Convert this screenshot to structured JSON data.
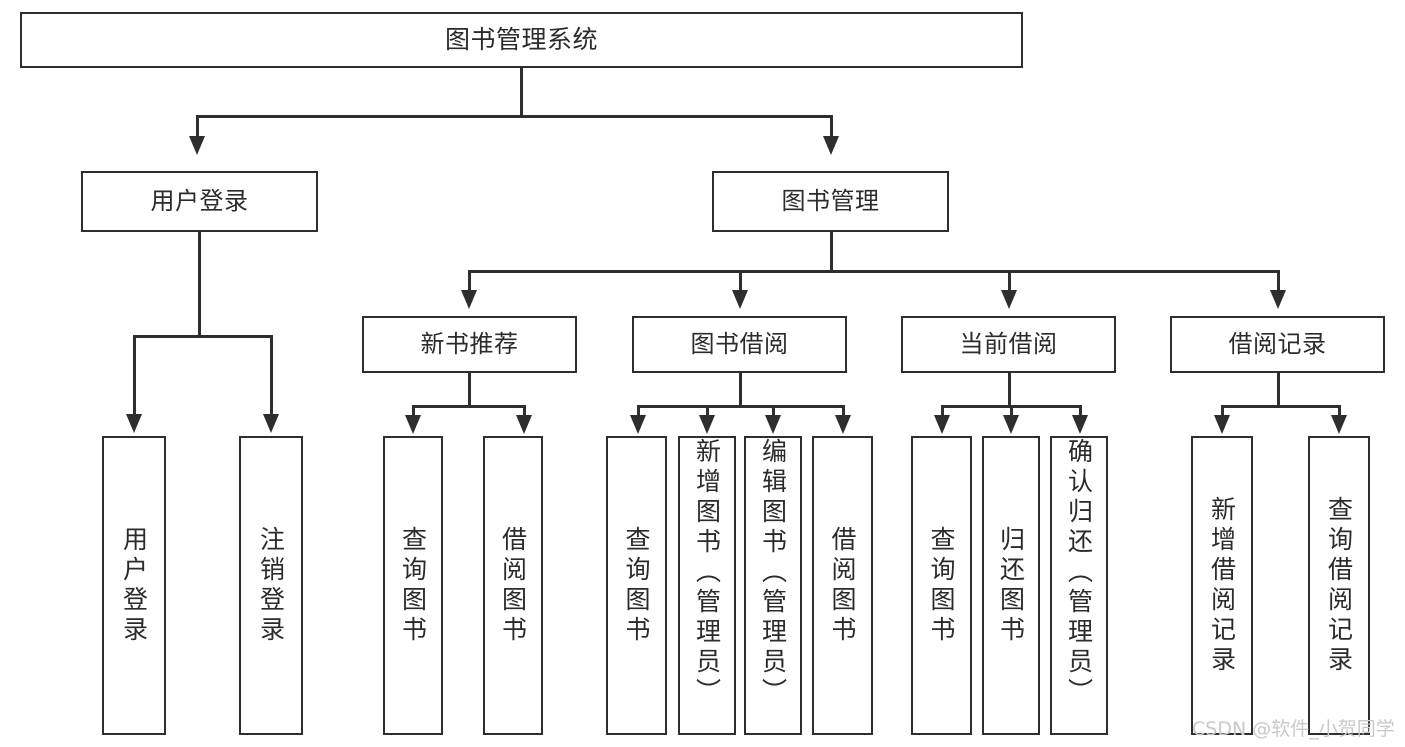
{
  "diagram": {
    "title": "图书管理系统",
    "type": "hierarchy-tree",
    "root": {
      "label": "图书管理系统"
    },
    "level2": [
      {
        "label": "用户登录"
      },
      {
        "label": "图书管理"
      }
    ],
    "level3": [
      {
        "label": "新书推荐"
      },
      {
        "label": "图书借阅"
      },
      {
        "label": "当前借阅"
      },
      {
        "label": "借阅记录"
      }
    ],
    "leaves": {
      "user_login": [
        {
          "label": "用户登录"
        },
        {
          "label": "注销登录"
        }
      ],
      "new_book_recommend": [
        {
          "label": "查询图书"
        },
        {
          "label": "借阅图书"
        }
      ],
      "book_borrow": [
        {
          "label": "查询图书"
        },
        {
          "label": "新增图书（管理员）"
        },
        {
          "label": "编辑图书（管理员）"
        },
        {
          "label": "借阅图书"
        }
      ],
      "current_borrow": [
        {
          "label": "查询图书"
        },
        {
          "label": "归还图书"
        },
        {
          "label": "确认归还（管理员）"
        }
      ],
      "borrow_record": [
        {
          "label": "新增借阅记录"
        },
        {
          "label": "查询借阅记录"
        }
      ]
    }
  },
  "watermark": {
    "text": "CSDN @软件_小贺同学"
  },
  "colors": {
    "stroke": "#2e2e2e",
    "fill": "#ffffff",
    "text": "#2b2b2b",
    "watermark": "#c9c9c9"
  }
}
